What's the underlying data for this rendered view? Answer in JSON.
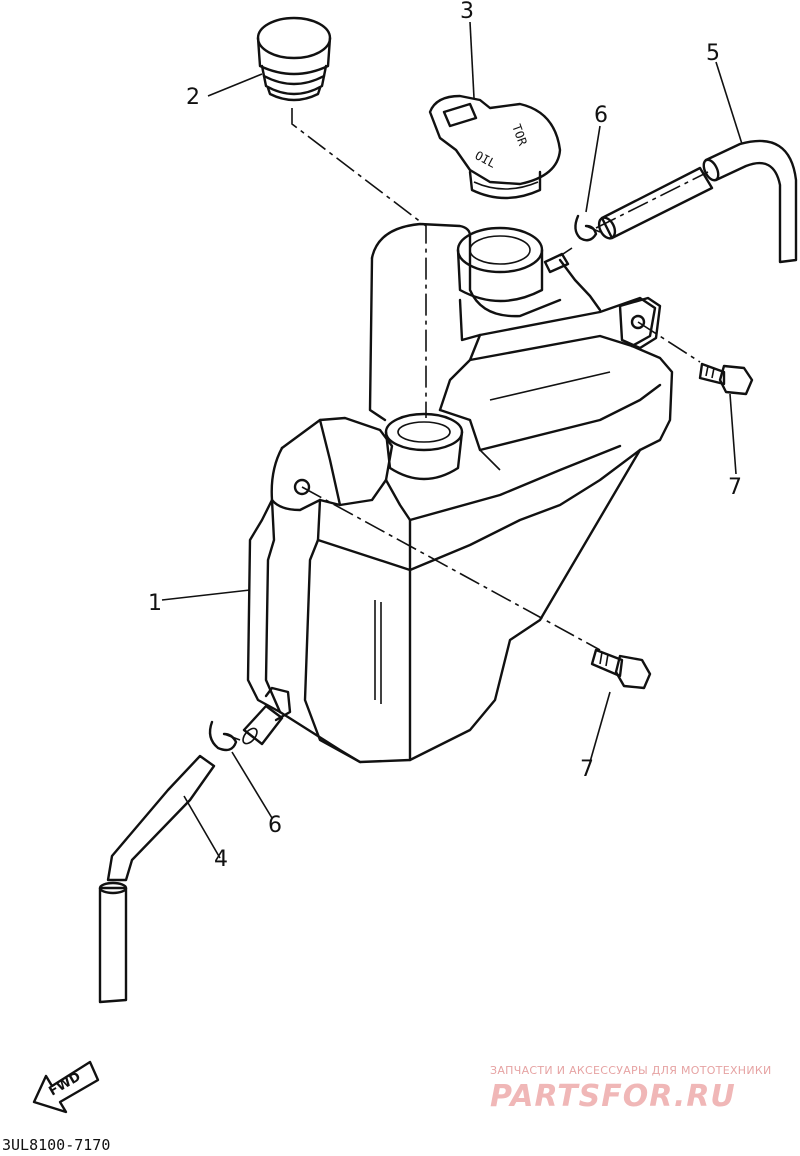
{
  "diagram": {
    "callouts": [
      {
        "id": "part-1",
        "label": "1"
      },
      {
        "id": "part-2",
        "label": "2"
      },
      {
        "id": "part-3",
        "label": "3"
      },
      {
        "id": "part-4",
        "label": "4"
      },
      {
        "id": "part-5",
        "label": "5"
      },
      {
        "id": "part-6a",
        "label": "6"
      },
      {
        "id": "part-6b",
        "label": "6"
      },
      {
        "id": "part-7a",
        "label": "7"
      },
      {
        "id": "part-7b",
        "label": "7"
      }
    ],
    "cap_text": "OIL",
    "cap_text2": "TOR",
    "fwd_label": "FWD",
    "reference_code": "3UL8100-7170"
  },
  "watermark": {
    "subtitle": "ЗАПЧАСТИ И АКСЕССУАРЫ ДЛЯ МОТОТЕХНИКИ",
    "brand": "PARTSFOR.RU",
    "color": "#f0b7b7"
  }
}
